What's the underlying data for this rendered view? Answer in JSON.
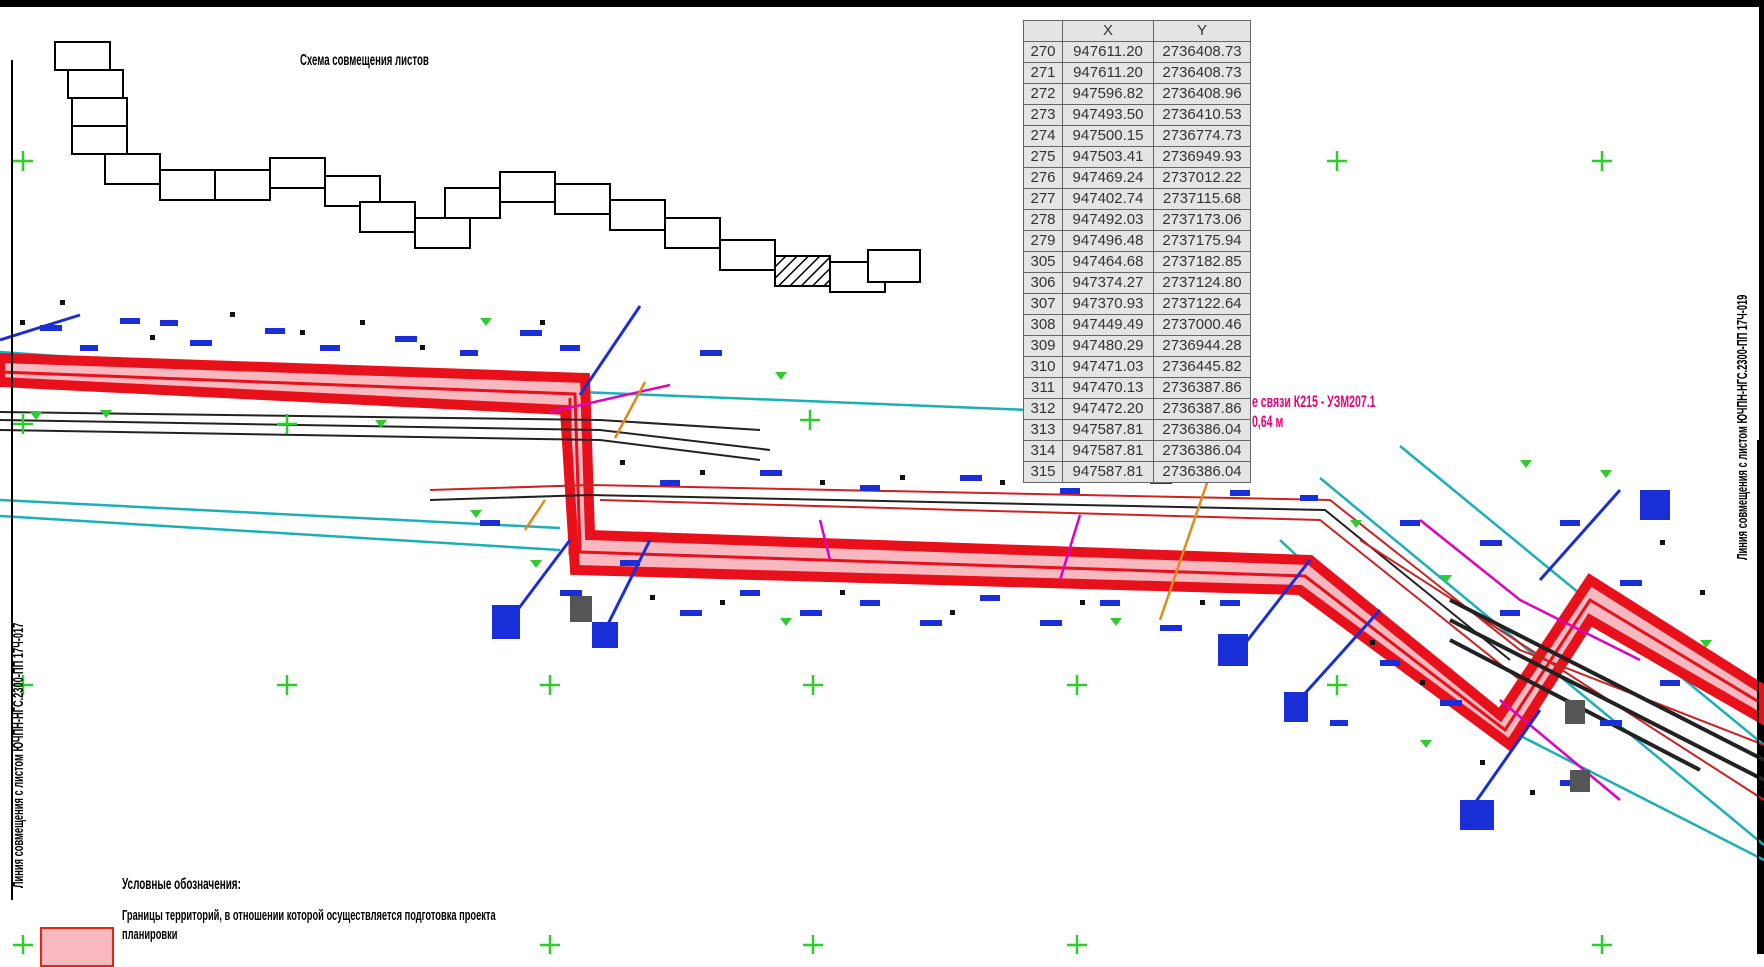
{
  "scheme_title": "Схема совмещения листов",
  "left_side_label": "Линия совмещения с листом ЮЧПН-НГС.2300-ПП 17Ч-017",
  "right_side_label": "Линия совмещения с листом ЮЧПН-НГС.2300-ПП 17Ч-019",
  "coordinates_table": {
    "headers": [
      "",
      "X",
      "Y"
    ],
    "rows": [
      [
        "270",
        "947611.20",
        "2736408.73"
      ],
      [
        "271",
        "947611.20",
        "2736408.73"
      ],
      [
        "272",
        "947596.82",
        "2736408.96"
      ],
      [
        "273",
        "947493.50",
        "2736410.53"
      ],
      [
        "274",
        "947500.15",
        "2736774.73"
      ],
      [
        "275",
        "947503.41",
        "2736949.93"
      ],
      [
        "276",
        "947469.24",
        "2737012.22"
      ],
      [
        "277",
        "947402.74",
        "2737115.68"
      ],
      [
        "278",
        "947492.03",
        "2737173.06"
      ],
      [
        "279",
        "947496.48",
        "2737175.94"
      ],
      [
        "305",
        "947464.68",
        "2737182.85"
      ],
      [
        "306",
        "947374.27",
        "2737124.80"
      ],
      [
        "307",
        "947370.93",
        "2737122.64"
      ],
      [
        "308",
        "947449.49",
        "2737000.46"
      ],
      [
        "309",
        "947480.29",
        "2736944.28"
      ],
      [
        "310",
        "947471.03",
        "2736445.82"
      ],
      [
        "311",
        "947470.13",
        "2736387.86"
      ],
      [
        "312",
        "947472.20",
        "2736387.86"
      ],
      [
        "313",
        "947587.81",
        "2736386.04"
      ],
      [
        "314",
        "947587.81",
        "2736386.04"
      ],
      [
        "315",
        "947587.81",
        "2736386.04"
      ]
    ]
  },
  "pink_annotation": {
    "line1": "е связи К215 - УЗМ207.1",
    "line2": "0,64 м"
  },
  "legend": {
    "title": "Условные обозначения:",
    "item_text": "Границы территорий, в отношении которой осуществляется подготовка проекта планировки"
  },
  "colors": {
    "boundary_red": "#e8101a",
    "boundary_fill": "#f7b8c0",
    "cyan_line": "#1ab0b8",
    "blue_symbols": "#1a2ed8",
    "grid_cross": "#2ecc2e",
    "magenta_line": "#e000c0",
    "orange_line": "#e08a1a"
  }
}
